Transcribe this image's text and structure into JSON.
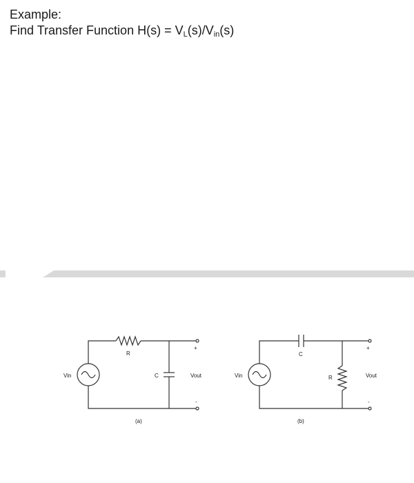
{
  "heading": {
    "title": "Example:",
    "prefix": "Find Transfer Function H(s) = V",
    "sub1": "L",
    "mid": "(s)/V",
    "sub2": "in",
    "suffix": "(s)"
  },
  "circuit_a": {
    "source_label": "Vin",
    "resistor_label": "R",
    "capacitor_label": "C",
    "output_label": "Vout",
    "caption": "(a)",
    "plus": "+",
    "minus": "-"
  },
  "circuit_b": {
    "source_label": "Vin",
    "capacitor_label": "C",
    "resistor_label": "R",
    "output_label": "Vout",
    "caption": "(b)",
    "plus": "+",
    "minus": "-"
  },
  "colors": {
    "text": "#1a1a1a",
    "wire": "#333333",
    "divider": "#d9d9d9"
  }
}
